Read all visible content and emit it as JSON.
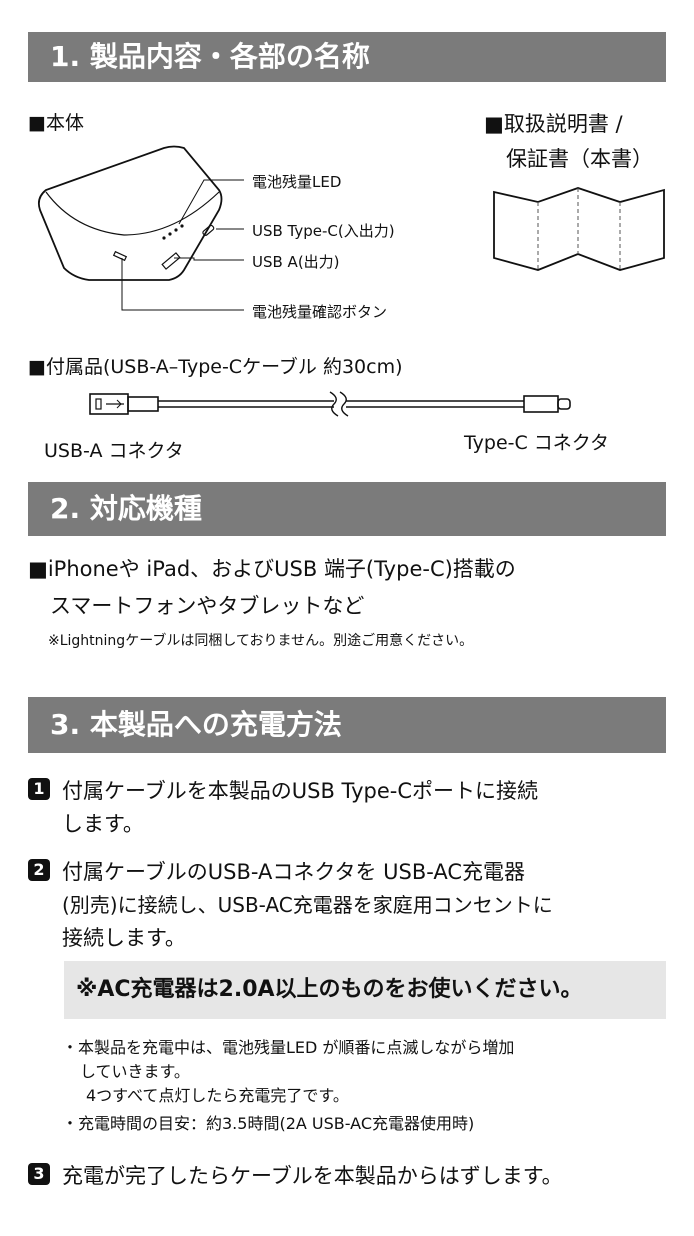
{
  "section1": {
    "title": "1. 製品内容・各部の名称",
    "body_label": "■本体",
    "manual_label_1": "■取扱説明書 /",
    "manual_label_2": "保証書（本書）",
    "callouts": {
      "led": "電池残量LED",
      "usbc": "USB Type-C(入出力)",
      "usba": "USB A(出力)",
      "button": "電池残量確認ボタン"
    },
    "accessory_label": "■付属品(USB-A–Type-Cケーブル 約30cm)",
    "connector_a": "USB-A コネクタ",
    "connector_c": "Type-C コネクタ"
  },
  "section2": {
    "title": "2. 対応機種",
    "line1": "■iPhoneや iPad、およびUSB 端子(Type-C)搭載の",
    "line2": "スマートフォンやタブレットなど",
    "note": "※Lightningケーブルは同梱しておりません。別途ご用意ください。"
  },
  "section3": {
    "title": "3. 本製品への充電方法",
    "steps": [
      {
        "num": "1",
        "line1": "付属ケーブルを本製品のUSB Type-Cポートに接続",
        "line2": "します。"
      },
      {
        "num": "2",
        "line1": "付属ケーブルのUSB-Aコネクタを USB-AC充電器",
        "line2": "(別売)に接続し、USB-AC充電器を家庭用コンセントに",
        "line3": "接続します。"
      },
      {
        "num": "3",
        "line1": "充電が完了したらケーブルを本製品からはずします。"
      }
    ],
    "highlight": "※AC充電器は2.0A以上のものをお使いください。",
    "bullets": {
      "b1_line1": "・本製品を充電中は、電池残量LED が順番に点滅しながら増加",
      "b1_line2": "していきます。",
      "b1_line3": "4つすべて点灯したら充電完了です。",
      "b2": "・充電時間の目安：約3.5時間(2A USB-AC充電器使用時)"
    }
  }
}
